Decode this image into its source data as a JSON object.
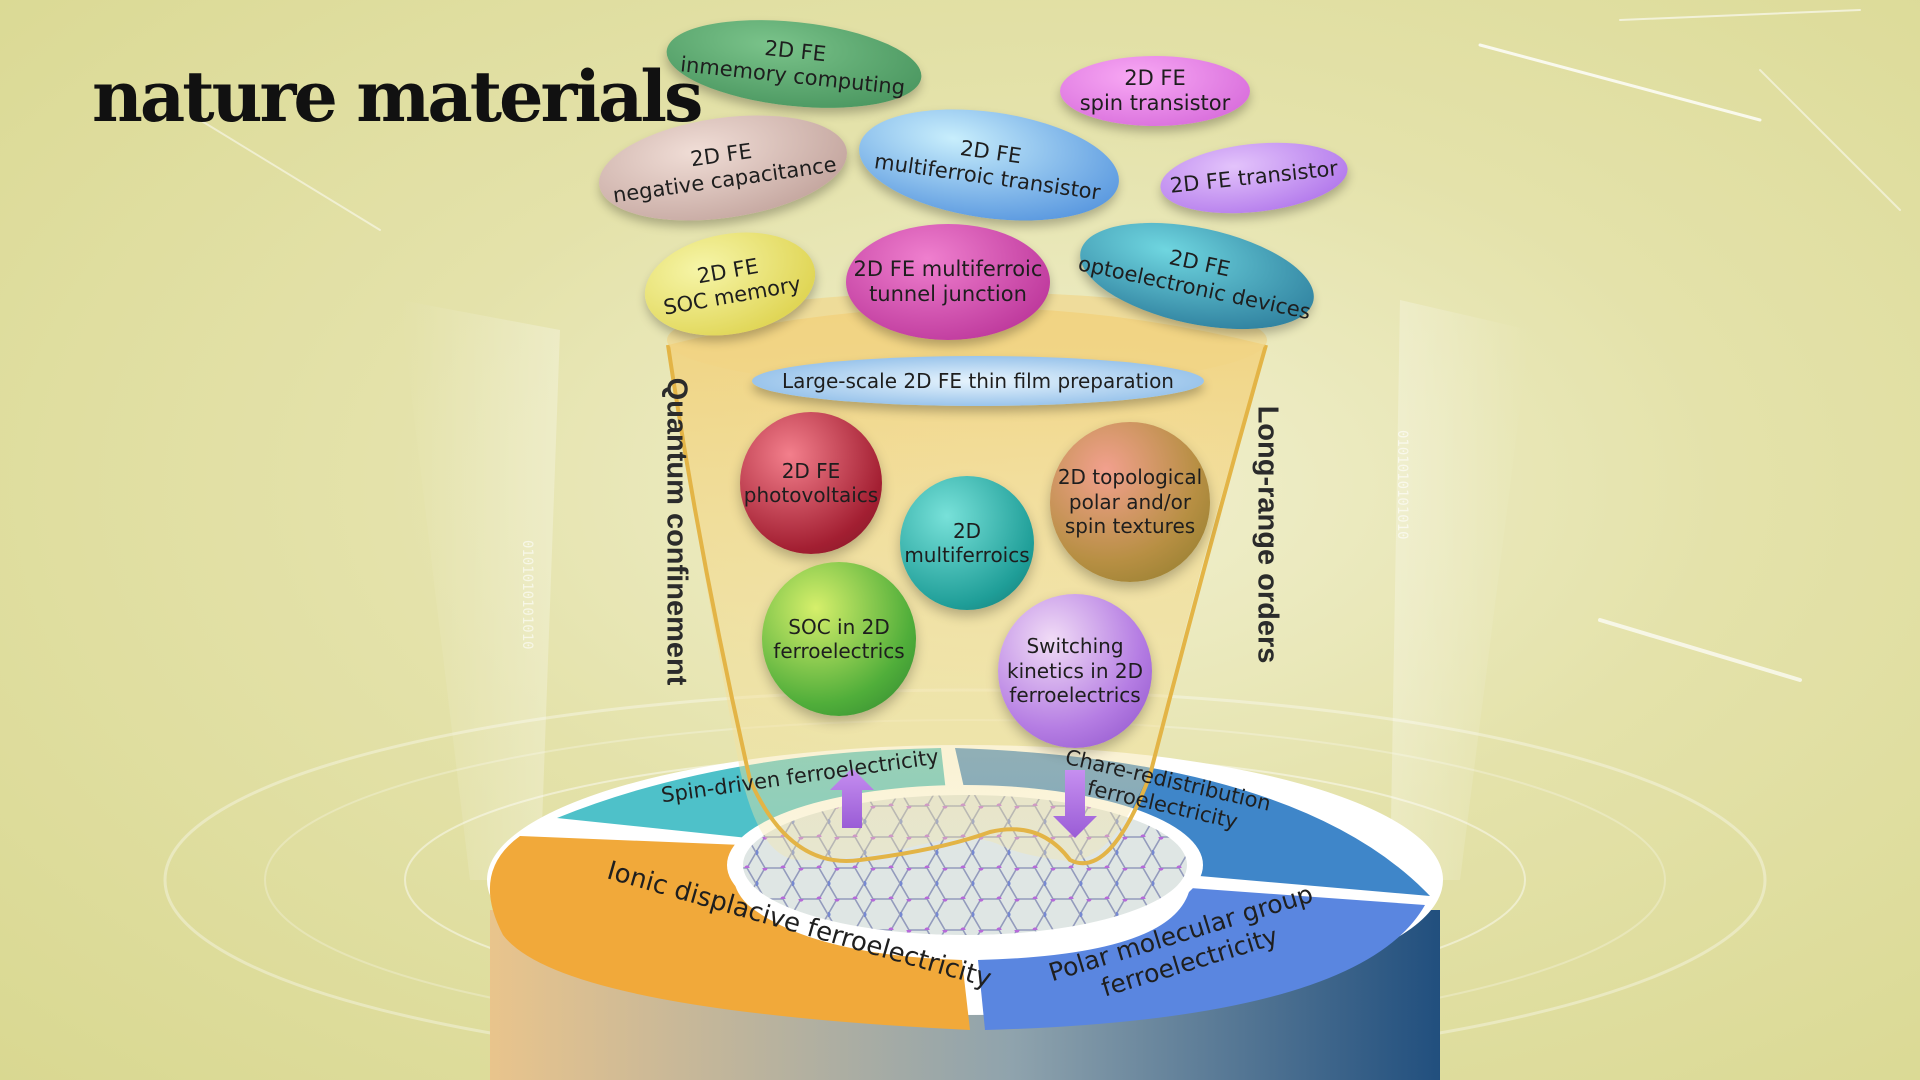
{
  "brand": "nature materials",
  "top_capsules": {
    "in_memory": [
      "2D FE",
      "inmemory  computing"
    ],
    "spin_transistor": [
      "2D FE",
      "spin transistor"
    ],
    "negative_capacitance": [
      "2D FE",
      "negative capacitance"
    ],
    "multiferroic_transistor": [
      "2D FE",
      "multiferroic transistor"
    ],
    "transistor": [
      "2D FE transistor"
    ],
    "soc_memory": [
      "2D FE",
      "SOC memory"
    ],
    "mtj": [
      "2D FE multiferroic",
      "tunnel junction"
    ],
    "optoelectronic": [
      "2D FE",
      "optoelectronic devices"
    ]
  },
  "thin_film": "Large-scale  2D FE thin film preparation",
  "spheres": {
    "photovoltaics": [
      "2D  FE",
      "photovoltaics"
    ],
    "multiferroics": [
      "2D",
      "multiferroics"
    ],
    "topological": [
      "2D topological",
      "polar and/or",
      "spin textures"
    ],
    "soc": [
      "SOC in 2D",
      "ferroelectrics"
    ],
    "switching": [
      "Switching",
      "kinetics in 2D",
      "ferroelectrics"
    ]
  },
  "side_labels": {
    "left": "Quantum confinement",
    "right": "Long-range  orders"
  },
  "ring_segments": {
    "spin_driven": "Spin-driven ferroelectricity",
    "charge_redistribution": [
      "Chare-redistribution",
      "ferroelectricity"
    ],
    "ionic": "Ionic displacive ferroelectricity",
    "polar_molecular": [
      "Polar molecular group",
      "ferroelectricity"
    ]
  },
  "binary_left": "0101010101010",
  "binary_right": "0101010101010",
  "colors": {
    "background": "#e4e2aa",
    "funnel": "#f3d27a",
    "seg_spin": "#4ec1c9",
    "seg_charge": "#3f86c9",
    "seg_ionic": "#f1a93a",
    "seg_polar": "#5a86e0",
    "cylinder_left": "#e8bd86",
    "cylinder_right": "#2e5a86"
  }
}
